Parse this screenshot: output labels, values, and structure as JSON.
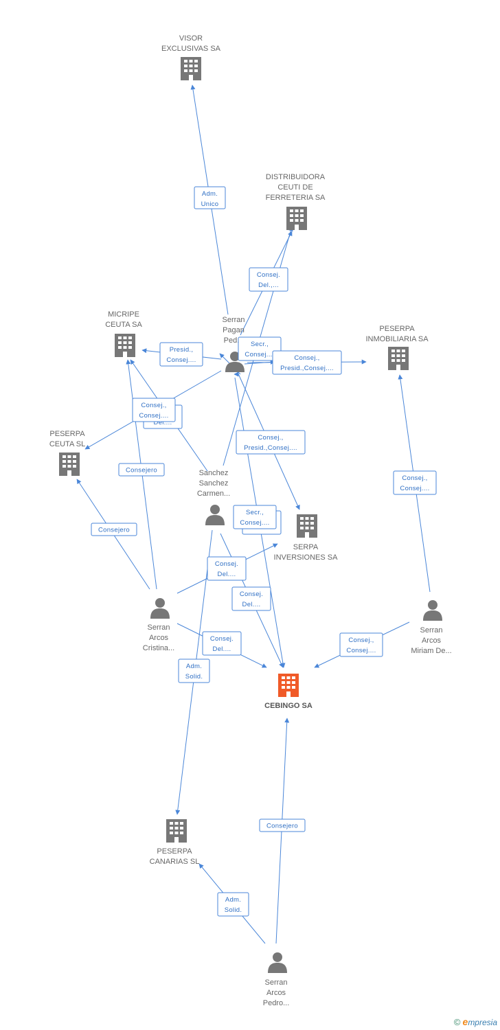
{
  "colors": {
    "company": "#777777",
    "main_company": "#f05a28",
    "person": "#777777",
    "edge": "#4a86d8",
    "edge_text": "#2f6fc4"
  },
  "nodes": [
    {
      "id": "visor",
      "type": "company",
      "icon": "building-icon",
      "lines": [
        "VISOR",
        "EXCLUSIVAS SA"
      ]
    },
    {
      "id": "distribuidora",
      "type": "company",
      "icon": "building-icon",
      "lines": [
        "DISTRIBUIDORA",
        "CEUTI DE",
        "FERRETERIA SA"
      ]
    },
    {
      "id": "micripe",
      "type": "company",
      "icon": "building-icon",
      "lines": [
        "MICRIPE",
        "CEUTA SA"
      ]
    },
    {
      "id": "peserpa_inmo",
      "type": "company",
      "icon": "building-icon",
      "lines": [
        "PESERPA",
        "INMOBILIARIA SA"
      ]
    },
    {
      "id": "peserpa_ceuta",
      "type": "company",
      "icon": "building-icon",
      "lines": [
        "PESERPA",
        "CEUTA SL"
      ]
    },
    {
      "id": "serpa_inv",
      "type": "company",
      "icon": "building-icon",
      "lines": [
        "SERPA",
        "INVERSIONES SA"
      ]
    },
    {
      "id": "cebingo",
      "type": "main",
      "icon": "building-icon",
      "lines": [
        "CEBINGO SA"
      ]
    },
    {
      "id": "peserpa_canarias",
      "type": "company",
      "icon": "building-icon",
      "lines": [
        "PESERPA",
        "CANARIAS SL"
      ]
    },
    {
      "id": "serran_pagan",
      "type": "person",
      "icon": "person-icon",
      "lines": [
        "Serran",
        "Pagan",
        "Ped..."
      ]
    },
    {
      "id": "sanchez",
      "type": "person",
      "icon": "person-icon",
      "lines": [
        "Sanchez",
        "Sanchez",
        "Carmen..."
      ]
    },
    {
      "id": "serran_cristina",
      "type": "person",
      "icon": "person-icon",
      "lines": [
        "Serran",
        "Arcos",
        "Cristina..."
      ]
    },
    {
      "id": "serran_miriam",
      "type": "person",
      "icon": "person-icon",
      "lines": [
        "Serran",
        "Arcos",
        "Miriam De..."
      ]
    },
    {
      "id": "serran_pedro",
      "type": "person",
      "icon": "person-icon",
      "lines": [
        "Serran",
        "Arcos",
        "Pedro..."
      ]
    }
  ],
  "edges": [
    {
      "id": "e1",
      "lines": [
        "Adm.",
        "Unico"
      ]
    },
    {
      "id": "e2",
      "lines": [
        "Consej.",
        "Del.,..."
      ]
    },
    {
      "id": "e3",
      "lines": [
        "Presid.,",
        "Consej...."
      ]
    },
    {
      "id": "e4",
      "lines": [
        "Secr.,",
        "Consej...."
      ]
    },
    {
      "id": "e5",
      "lines": [
        "Consej.,",
        "Presid.,Consej...."
      ]
    },
    {
      "id": "e6",
      "lines": [
        "Consej.,",
        "Consej...."
      ]
    },
    {
      "id": "e6b",
      "lines": [
        "",
        "Del...."
      ]
    },
    {
      "id": "e7",
      "lines": [
        "Consej.,",
        "Presid.,Consej...."
      ]
    },
    {
      "id": "e8",
      "lines": [
        "Consejero"
      ]
    },
    {
      "id": "e9",
      "lines": [
        "Consejero"
      ]
    },
    {
      "id": "e10",
      "lines": [
        "Consej.,",
        "Consej...."
      ]
    },
    {
      "id": "e11",
      "lines": [
        "Secr.,",
        "Consej...."
      ]
    },
    {
      "id": "e12",
      "lines": [
        "Consej.",
        "Del...."
      ]
    },
    {
      "id": "e13",
      "lines": [
        "Consej.",
        "Del...."
      ]
    },
    {
      "id": "e14",
      "lines": [
        "Consej.",
        "Del...."
      ]
    },
    {
      "id": "e15",
      "lines": [
        "Consej.,",
        "Consej...."
      ]
    },
    {
      "id": "e16",
      "lines": [
        "Adm.",
        "Solid."
      ]
    },
    {
      "id": "e17",
      "lines": [
        "Consejero"
      ]
    },
    {
      "id": "e18",
      "lines": [
        "Adm.",
        "Solid."
      ]
    }
  ],
  "footer": {
    "copyright": "©",
    "brand_e": "e",
    "brand_rest": "mpresia"
  }
}
